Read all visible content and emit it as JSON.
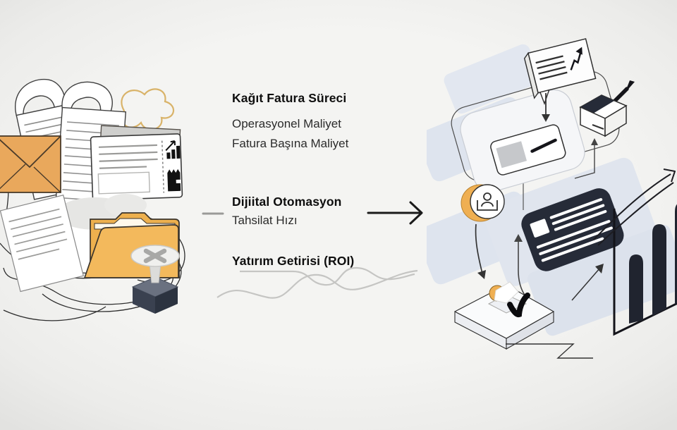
{
  "comparison": {
    "paper_process": {
      "title": "Kağıt Fatura Süreci",
      "metric_1": "Operasyonel Maliyet",
      "metric_2": "Fatura Başına Maliyet"
    },
    "digital_automation": {
      "title": "Dijiital Otomasyon",
      "metric_1": "Tahsilat Hızı"
    },
    "roi": {
      "title": "Yatırım Getirisi (ROI)"
    }
  },
  "icons": {
    "left_illustration": [
      "curled-receipt",
      "lined-receipt",
      "envelope",
      "invoice-card",
      "mini-bar-chart",
      "postage-stamp",
      "file-folder",
      "push-pin",
      "tangled-scribble",
      "lined-page",
      "yellow-doodle"
    ],
    "center": [
      "dash",
      "flow-right-arrow",
      "double-wave-underline"
    ],
    "right_illustration": [
      "report-speech-bubble",
      "growth-glyph",
      "payment-terminal",
      "inbox-box-with-pen",
      "user-coin",
      "credit-card",
      "approval-platform",
      "coin-slot",
      "check-mark",
      "rising-bar-chart",
      "growth-curve-arrow"
    ]
  },
  "colors": {
    "accent_orange": "#e9a85c",
    "folder_gold": "#efb14e",
    "dark_navy": "#262b38",
    "ink": "#1a1a1a",
    "wave_gray": "#c5c5c3",
    "slab_blue_gray": "#dde3ed",
    "background": "#f3f3f1"
  }
}
